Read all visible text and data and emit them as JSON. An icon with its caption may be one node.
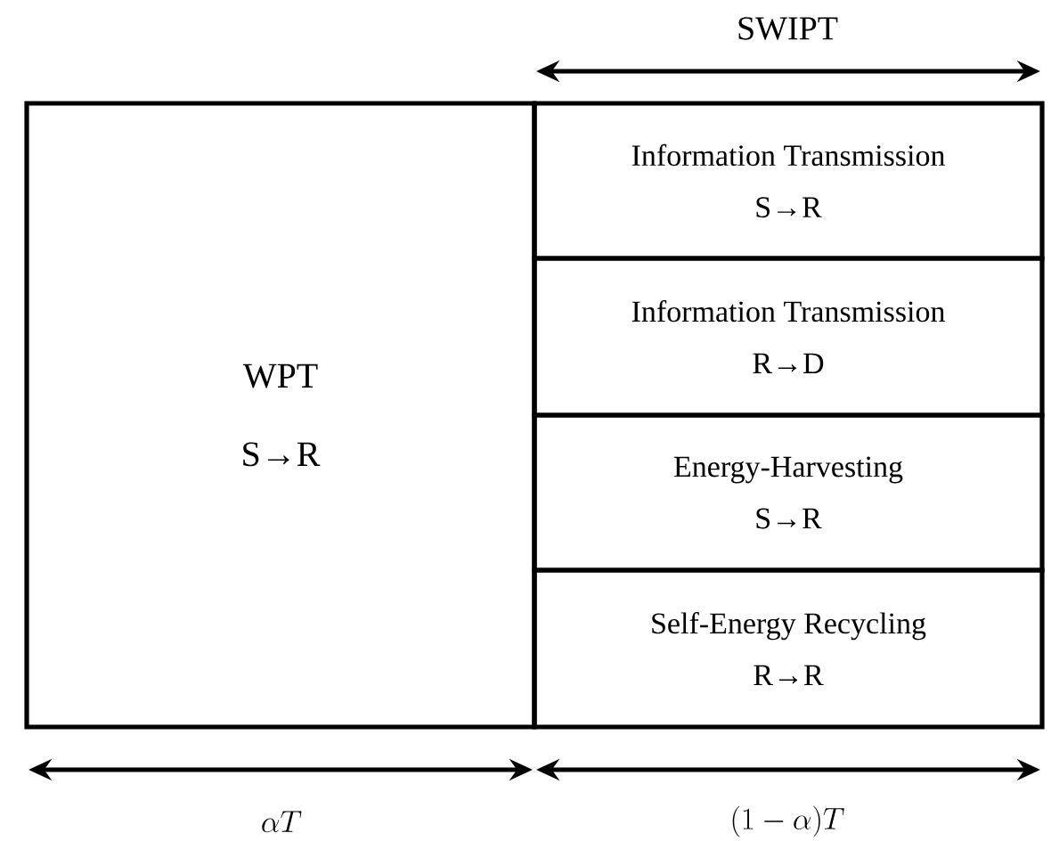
{
  "diagram": {
    "nodes": [
      {
        "text": [
          "WPT",
          "S→R"
        ]
      },
      {
        "text": [
          "Information Transmission",
          "S→R"
        ]
      },
      {
        "text": [
          "Information Transmission",
          "R→D"
        ]
      },
      {
        "text": [
          "Energy-Harvesting",
          "S→R"
        ]
      },
      {
        "text": [
          "Self-Energy Recycling",
          "R→R"
        ]
      }
    ],
    "edges": [],
    "labels": [
      "SWIPT",
      "\\alpha T",
      "(1-\\alpha)T"
    ]
  }
}
